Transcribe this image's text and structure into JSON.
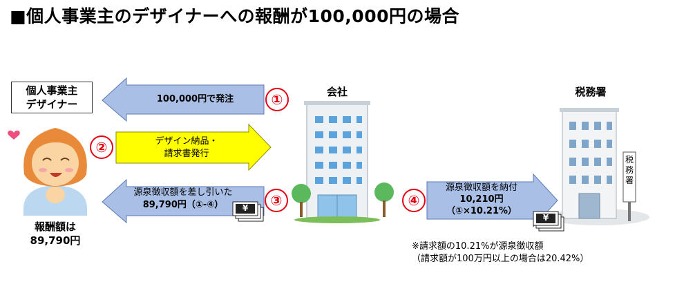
{
  "title": "■個人事業主のデザイナーへの報酬が100,000円の場合",
  "labels": {
    "designer": [
      "個人事業主",
      "デザイナー"
    ],
    "company": "会社",
    "taxoffice": "税務署",
    "taxoffice_sign": "税務署"
  },
  "arrows": [
    {
      "num": "①",
      "lines": [
        "100,000円で発注"
      ]
    },
    {
      "num": "②",
      "lines": [
        "デザイン納品・",
        "請求書発行"
      ]
    },
    {
      "num": "③",
      "lines": [
        "源泉徴収額を差し引いた",
        "89,790円（①-④）"
      ]
    },
    {
      "num": "④",
      "lines": [
        "源泉徴収額を納付",
        "10,210円",
        "（①×10.21%）"
      ]
    }
  ],
  "reward": [
    "報酬額は",
    "89,790円"
  ],
  "money_symbol": "¥",
  "notes": [
    "※請求額の10.21%が源泉徴収額",
    "（請求額が100万円以上の場合は20.42%）"
  ],
  "colors": {
    "arrow_blue": "#a9bfe5",
    "arrow_yellow": "#ffff00",
    "number_red": "#e60012",
    "skin": "#fbd4a3",
    "hair": "#e98a3a"
  }
}
